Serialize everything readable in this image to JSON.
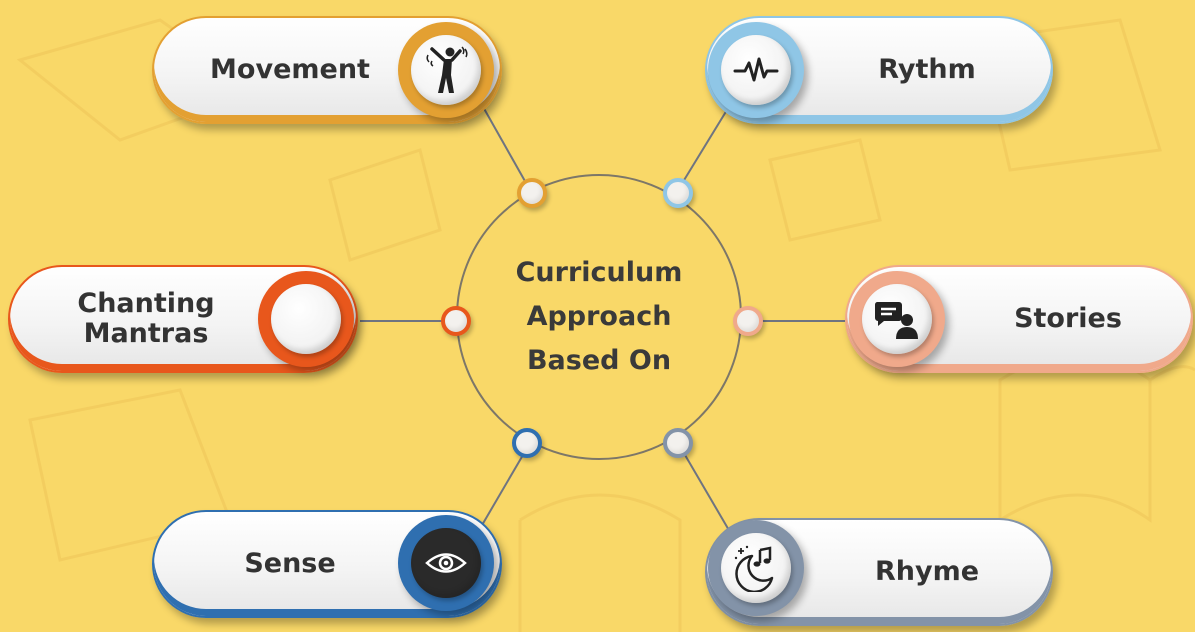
{
  "hub": {
    "title": "Curriculum\nApproach\nBased On"
  },
  "items": [
    {
      "key": "movement",
      "label": "Movement",
      "icon": "dancing-person-icon",
      "color": "#e3a032"
    },
    {
      "key": "rythm",
      "label": "Rythm",
      "icon": "heartbeat-pulse-icon",
      "color": "#8fc6e6"
    },
    {
      "key": "chanting",
      "label": "Chanting\nMantras",
      "icon": "",
      "color": "#e8571c"
    },
    {
      "key": "stories",
      "label": "Stories",
      "icon": "chat-person-icon",
      "color": "#f0a98b"
    },
    {
      "key": "sense",
      "label": "Sense",
      "icon": "eye-icon",
      "color": "#2f6fb0"
    },
    {
      "key": "rhyme",
      "label": "Rhyme",
      "icon": "moon-music-icon",
      "color": "#8393a8"
    }
  ]
}
